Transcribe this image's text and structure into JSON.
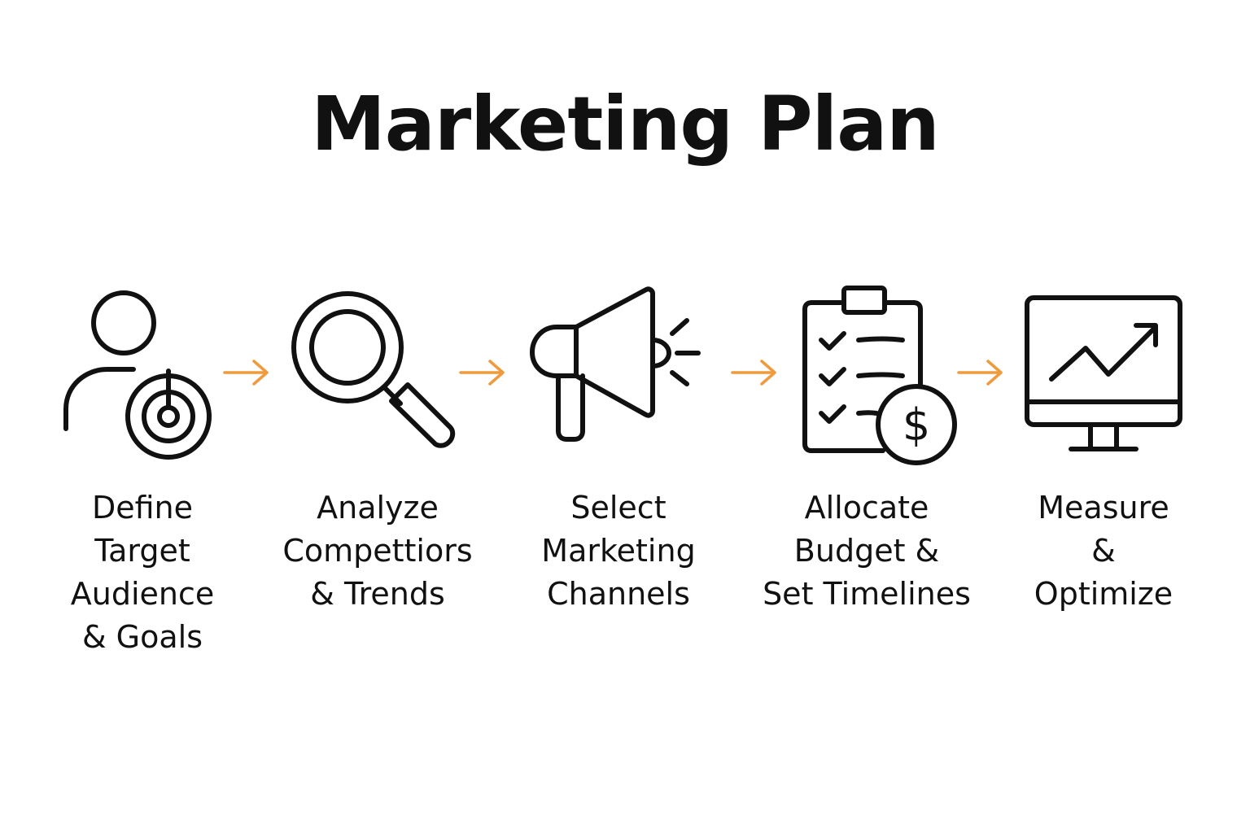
{
  "title": "Marketing Plan",
  "accent_color": "#ef9a3d",
  "steps": [
    {
      "icon": "person-target-icon",
      "label_lines": [
        "Define",
        "Target",
        "Audience",
        "& Goals"
      ]
    },
    {
      "icon": "magnifying-glass-icon",
      "label_lines": [
        "Analyze",
        "Compettiors",
        "& Trends"
      ]
    },
    {
      "icon": "megaphone-icon",
      "label_lines": [
        "Select",
        "Marketing",
        "Channels"
      ]
    },
    {
      "icon": "clipboard-budget-icon",
      "label_lines": [
        "Allocate",
        "Budget &",
        "Set Timelines"
      ]
    },
    {
      "icon": "monitor-growth-icon",
      "label_lines": [
        "Measure",
        "&",
        "Optimize"
      ]
    }
  ]
}
